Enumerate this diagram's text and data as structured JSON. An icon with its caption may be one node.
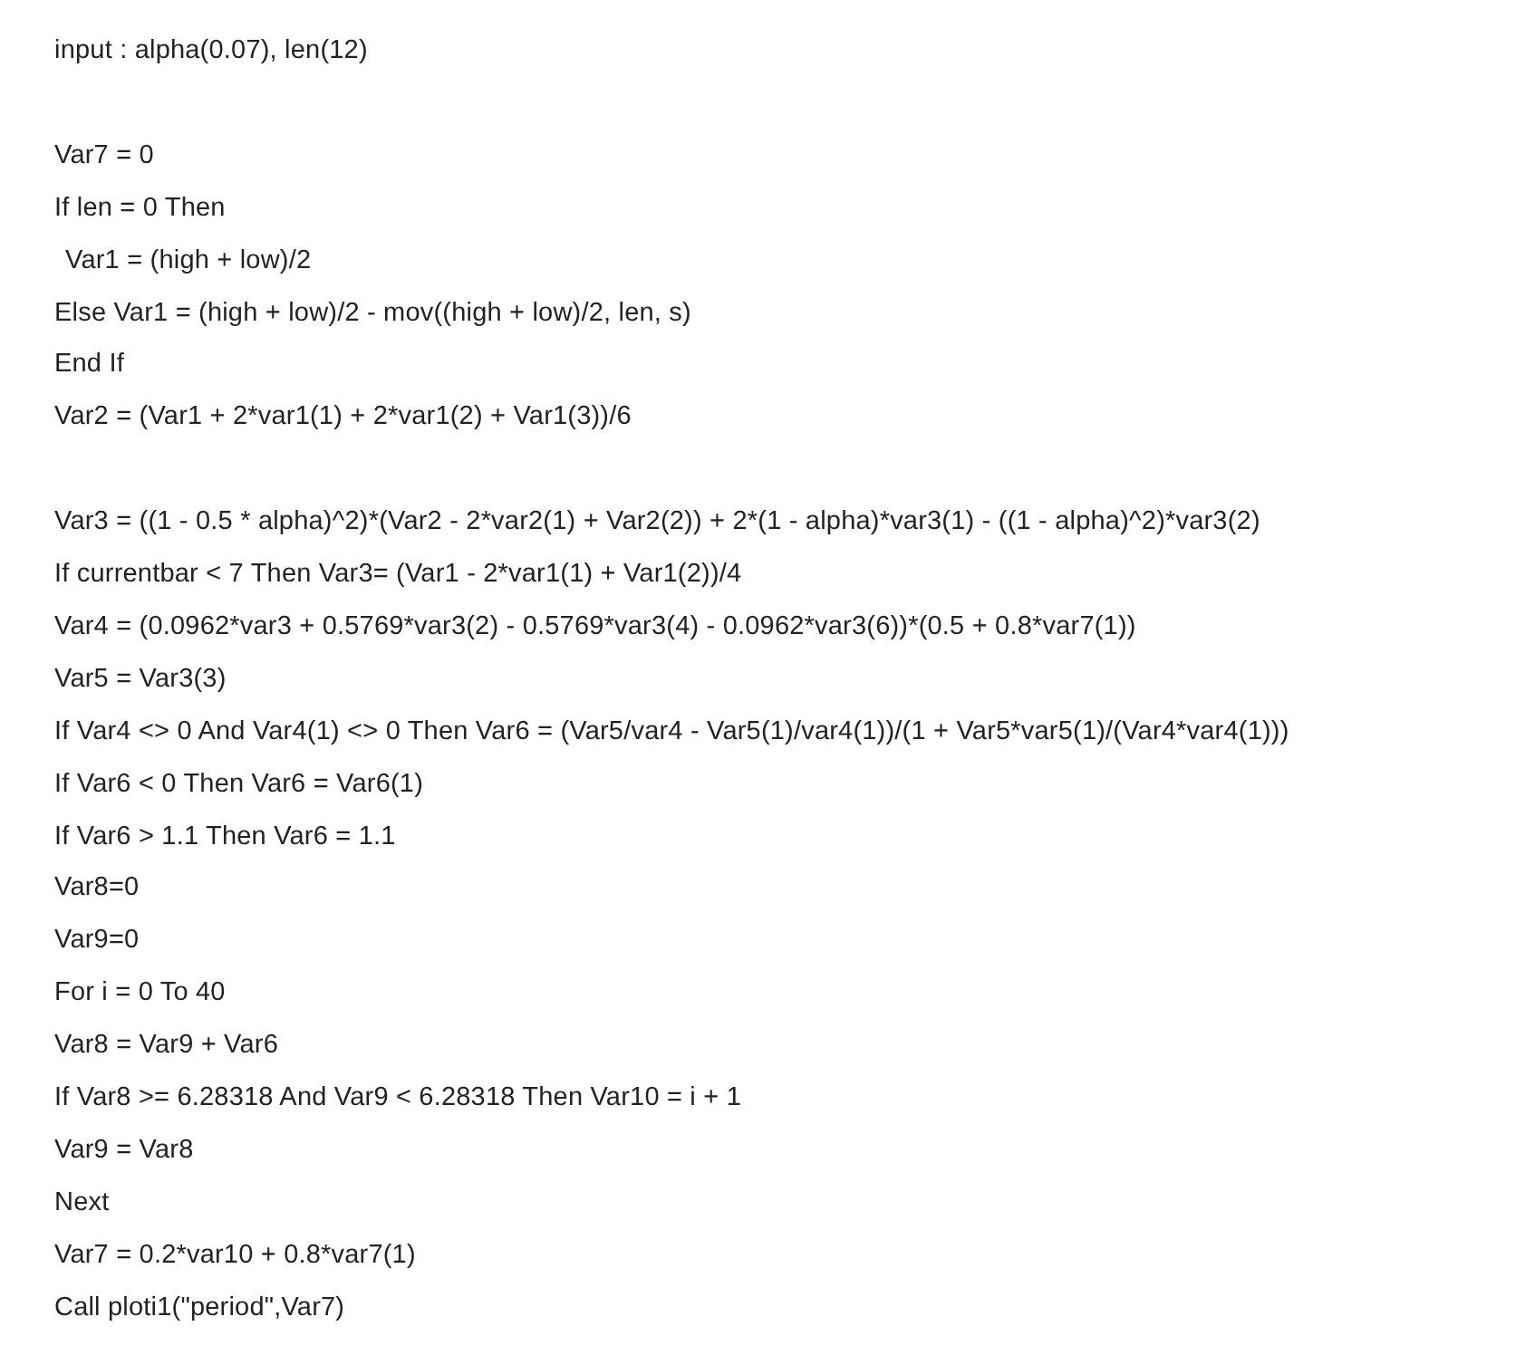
{
  "diagram": {
    "labels": [
      "input : alpha(0.07), len(12)",
      "Var7 = 0",
      "If len = 0 Then",
      "Var1 = (high + low)/2",
      "Else Var1 = (high + low)/2 - mov((high + low)/2, len, s)",
      "End If",
      "Var2 = (Var1 + 2*var1(1) + 2*var1(2) + Var1(3))/6",
      "Var3 = ((1 - 0.5 * alpha)^2)*(Var2 - 2*var2(1) + Var2(2)) + 2*(1 - alpha)*var3(1) - ((1 - alpha)^2)*var3(2)",
      "If currentbar < 7 Then Var3= (Var1 - 2*var1(1) + Var1(2))/4",
      "Var4 = (0.0962*var3 + 0.5769*var3(2) - 0.5769*var3(4) - 0.0962*var3(6))*(0.5 + 0.8*var7(1))",
      "Var5 = Var3(3)",
      "If Var4 <> 0 And Var4(1) <> 0 Then Var6 = (Var5/var4 - Var5(1)/var4(1))/(1 + Var5*var5(1)/(Var4*var4(1)))",
      "If Var6 < 0 Then Var6 = Var6(1)",
      "If Var6 > 1.1 Then Var6 = 1.1",
      "Var8=0",
      "Var9=0",
      "For i = 0 To 40",
      "Var8 = Var9 + Var6",
      "If Var8 >= 6.28318 And Var9 < 6.28318 Then Var10 = i + 1",
      "Var9 = Var8",
      "Next",
      "Var7 = 0.2*var10 + 0.8*var7(1)",
      "Call ploti1(\"period\",Var7)"
    ]
  }
}
